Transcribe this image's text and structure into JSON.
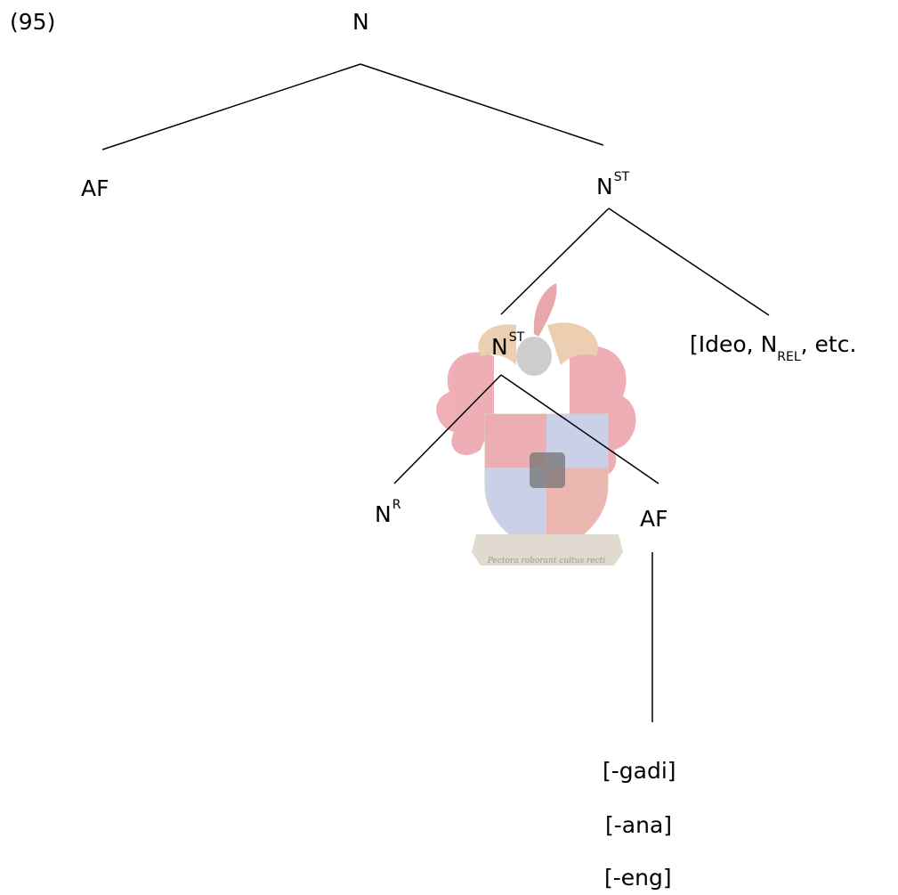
{
  "example_number": "(95)",
  "tree": {
    "root": {
      "label": "N"
    },
    "left_affix": {
      "label": "AF"
    },
    "stem": {
      "label": "N",
      "sup": "ST"
    },
    "inner_stem": {
      "label": "N",
      "sup": "ST"
    },
    "right_complement": {
      "prefix": "[Ideo, N",
      "sub": "REL",
      "suffix": ", etc."
    },
    "root_noun": {
      "label": "N",
      "sup": "R"
    },
    "affix": {
      "label": "AF"
    },
    "affix_forms": [
      "[-gadi]",
      "[-ana]",
      "[-eng]"
    ]
  },
  "watermark": {
    "motto": "Pectora roborant cultus recti",
    "colors": {
      "mantling": "#e8a0a8",
      "shield_red": "#e9a3a5",
      "shield_blue": "#c4c9e6",
      "shield_tan": "#e8dcc6",
      "scroll": "#d9d3c7"
    }
  }
}
